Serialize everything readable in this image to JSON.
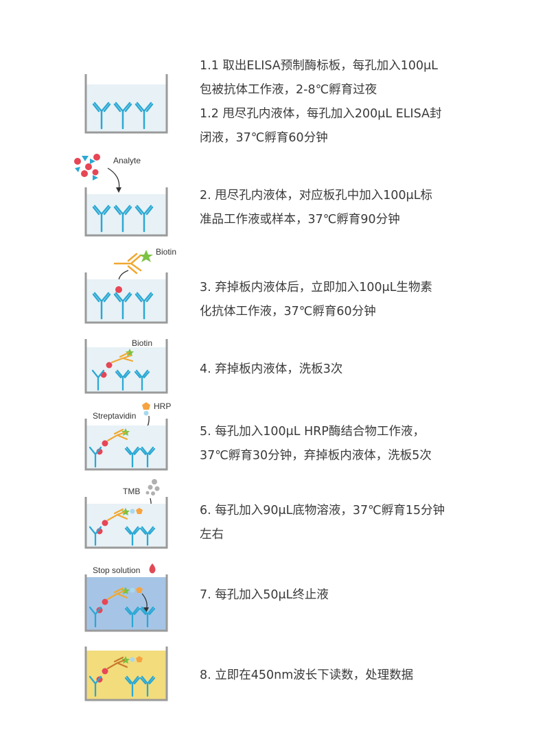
{
  "colors": {
    "antibody": "#2ba8d3",
    "detect_antibody": "#f0a830",
    "detect_antibody_dark": "#c77a2a",
    "well_wall": "#9a9a9a",
    "liquid_clear": "#e7f1f6",
    "liquid_blue": "#a6c5e6",
    "liquid_yellow": "#f2dc7c",
    "analyte_red": "#e64655",
    "biotin_green": "#7cc243",
    "hrp_orange": "#f6a341",
    "streptavidin_blue": "#a8d8ef",
    "tmb_gray": "#b0b0b0",
    "stop_drop": "#e04a55"
  },
  "labels": {
    "analyte": "Analyte",
    "biotin": "Biotin",
    "streptavidin": "Streptavidin",
    "hrp": "HRP",
    "tmb": "TMB",
    "stop_solution": "Stop solution"
  },
  "steps": [
    {
      "lines": [
        "1.1 取出ELISA预制酶标板，每孔加入100μL",
        "包被抗体工作液，2-8℃孵育过夜",
        "1.2 甩尽孔内液体，每孔加入200μL  ELISA封",
        "闭液，37℃孵育60分钟"
      ]
    },
    {
      "lines": [
        "2. 甩尽孔内液体，对应板孔中加入100μL标",
        "准品工作液或样本，37℃孵育90分钟"
      ]
    },
    {
      "lines": [
        "3. 弃掉板内液体后，立即加入100μL生物素",
        "化抗体工作液，37℃孵育60分钟"
      ]
    },
    {
      "lines": [
        "4. 弃掉板内液体，洗板3次"
      ]
    },
    {
      "lines": [
        "5. 每孔加入100μL  HRP酶结合物工作液，",
        "37℃孵育30分钟，弃掉板内液体，洗板5次"
      ]
    },
    {
      "lines": [
        "6. 每孔加入90μL底物溶液，37℃孵育15分钟",
        "左右"
      ]
    },
    {
      "lines": [
        "7. 每孔加入50μL终止液"
      ]
    },
    {
      "lines": [
        "8. 立即在450nm波长下读数，处理数据"
      ]
    }
  ]
}
